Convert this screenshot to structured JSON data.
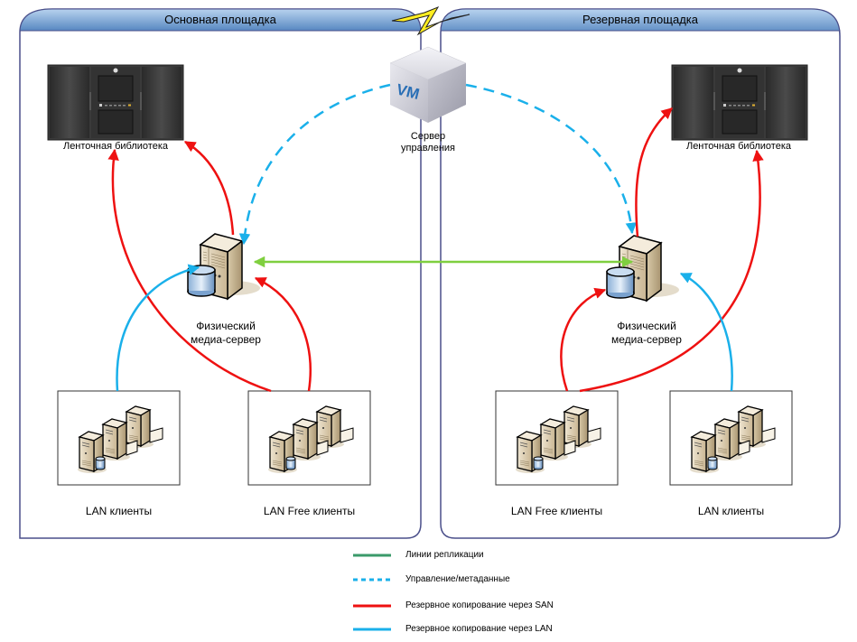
{
  "sites": {
    "primary": {
      "title": "Основная площадка"
    },
    "reserve": {
      "title": "Резервная площадка"
    }
  },
  "nodes": {
    "mgmt_server": {
      "label_line1": "Сервер",
      "label_line2": "управления",
      "badge": "VM"
    },
    "primary_tape_library": {
      "label": "Ленточная библиотека"
    },
    "reserve_tape_library": {
      "label": "Ленточная библиотека"
    },
    "primary_media_server": {
      "label_line1": "Физический",
      "label_line2": "медиа-сервер"
    },
    "reserve_media_server": {
      "label_line1": "Физический",
      "label_line2": "медиа-сервер"
    },
    "primary_lan_clients": {
      "label": "LAN клиенты"
    },
    "primary_lanfree_clients": {
      "label": "LAN Free клиенты"
    },
    "reserve_lanfree_clients": {
      "label": "LAN Free клиенты"
    },
    "reserve_lan_clients": {
      "label": "LAN клиенты"
    }
  },
  "legend": [
    {
      "label": "Линии репликации",
      "style": "solid",
      "color": "#3a9a6a"
    },
    {
      "label": "Управление/метаданные",
      "style": "dotted",
      "color": "#1ab0ea"
    },
    {
      "label": "Резервное копирование через SAN",
      "style": "solid",
      "color": "#ee1111"
    },
    {
      "label": "Резервное копирование через LAN",
      "style": "solid",
      "color": "#1ab0ea"
    }
  ],
  "colors": {
    "site_border": "#4a4f8a",
    "site_header_top": "#a9c8ea",
    "site_header_bottom": "#4f81bd",
    "replication": "#7fcf3f",
    "management": "#1ab0ea",
    "san": "#ee1111",
    "lan": "#1ab0ea",
    "wan_link": "#ffee00"
  }
}
